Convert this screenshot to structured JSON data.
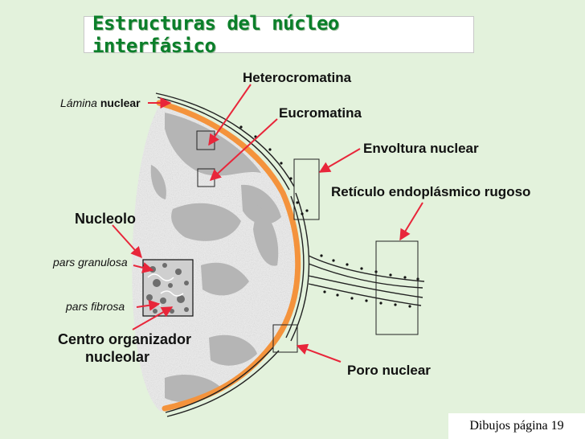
{
  "title": "Estructuras del núcleo interfásico",
  "labels": {
    "lamina_pre": "Lámina",
    "lamina_post": "nuclear",
    "heterocromatina": "Heterocromatina",
    "eucromatina": "Eucromatina",
    "envoltura": "Envoltura nuclear",
    "reticulo": "Retículo endoplásmico rugoso",
    "nucleolo": "Nucleolo",
    "pars_granulosa": "pars granulosa",
    "pars_fibrosa": "pars fibrosa",
    "centro_line1": "Centro organizador",
    "centro_line2": "nucleolar",
    "poro": "Poro nuclear"
  },
  "caption": "Dibujos página 19",
  "colors": {
    "background": "#e3f2dc",
    "title_text": "#0b7f2a",
    "arrow": "#e8263a",
    "lamina": "#f4933c",
    "chromatin": "#b0b0b0",
    "nucleoplasm": "#ececec"
  }
}
